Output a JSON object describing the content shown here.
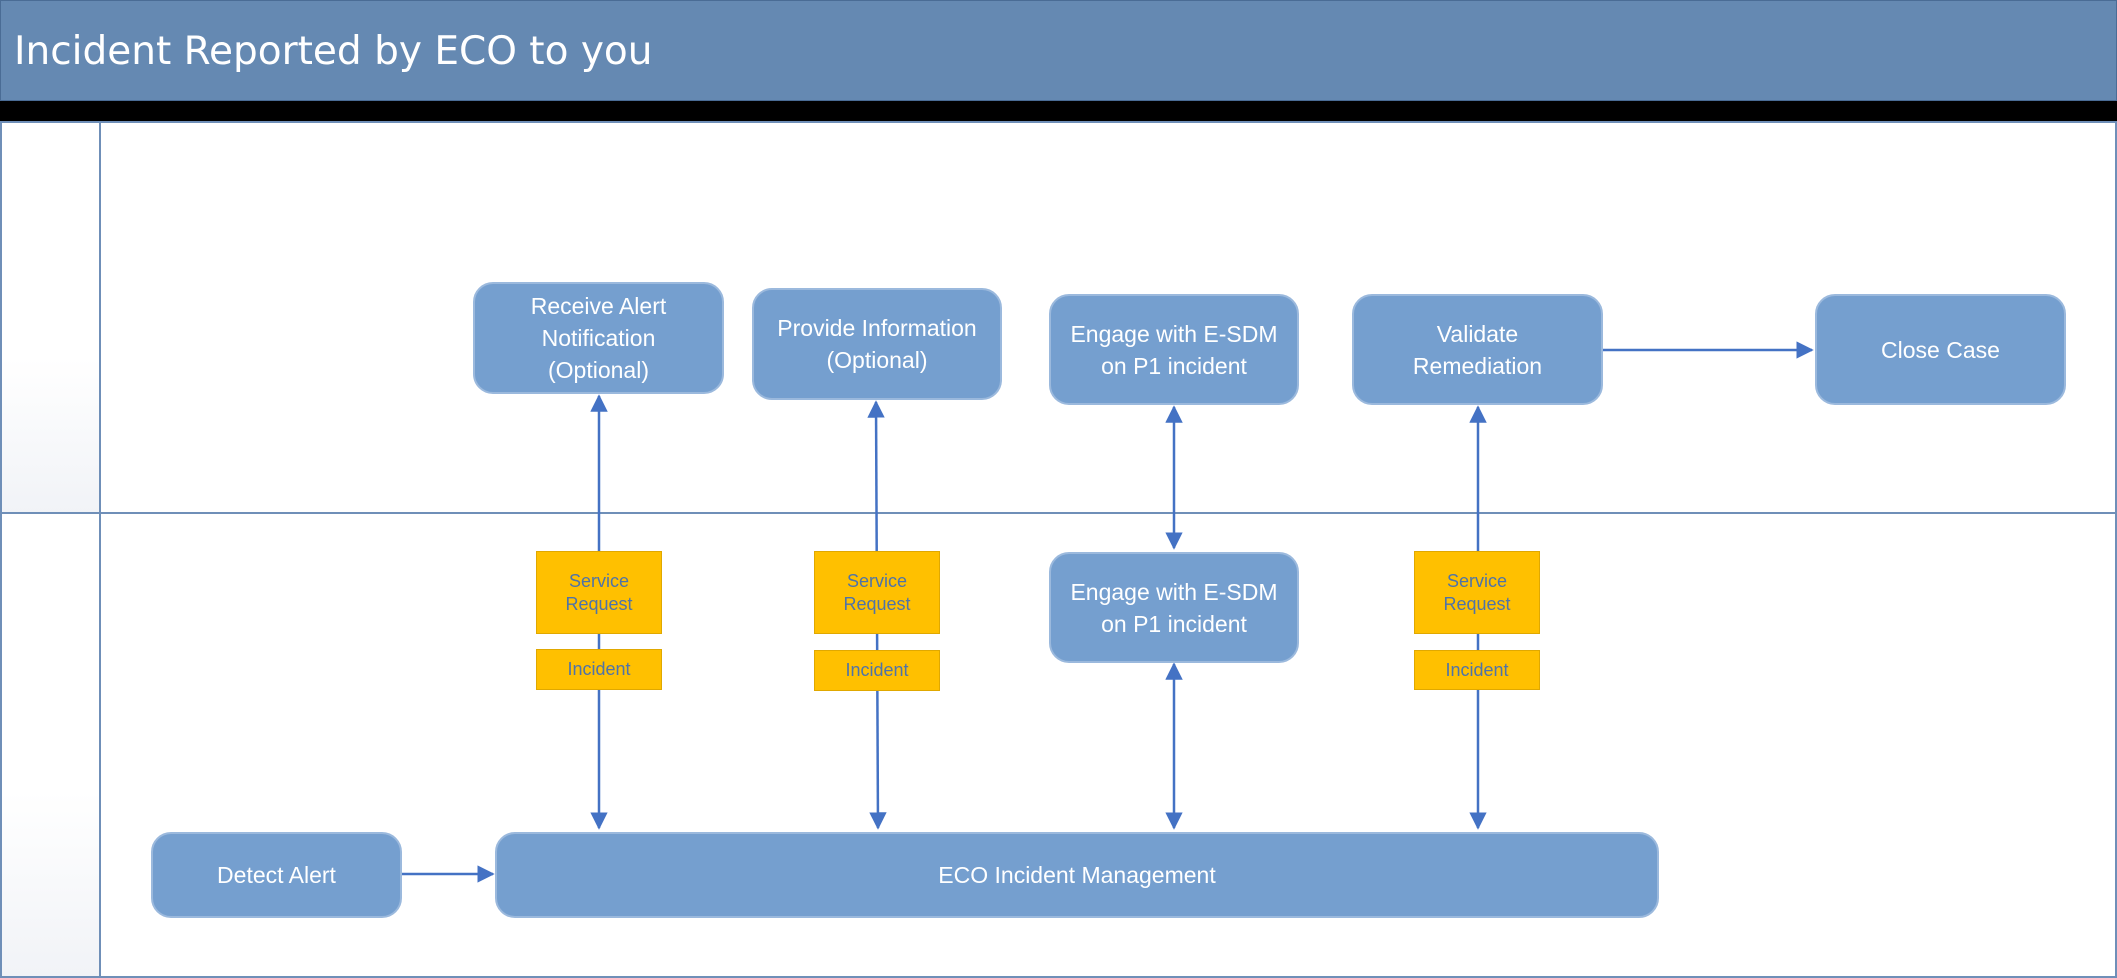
{
  "header": {
    "title": "Incident Reported by ECO to you"
  },
  "colors": {
    "header": "#6589b2",
    "box": "#759fcf",
    "tag": "#ffc000",
    "line": "#4472c4"
  },
  "top_lane": {
    "receive_alert": "Receive Alert\nNotification\n(Optional)",
    "provide_info": "Provide Information\n(Optional)",
    "engage_esdm": "Engage with E-SDM\non P1 incident",
    "validate": "Validate\nRemediation",
    "close_case": "Close Case"
  },
  "bottom_lane": {
    "engage_esdm": "Engage with E-SDM\non P1 incident",
    "detect_alert": "Detect Alert",
    "eco_incident": "ECO Incident Management"
  },
  "tags": {
    "service_request": "Service\nRequest",
    "incident": "Incident"
  }
}
